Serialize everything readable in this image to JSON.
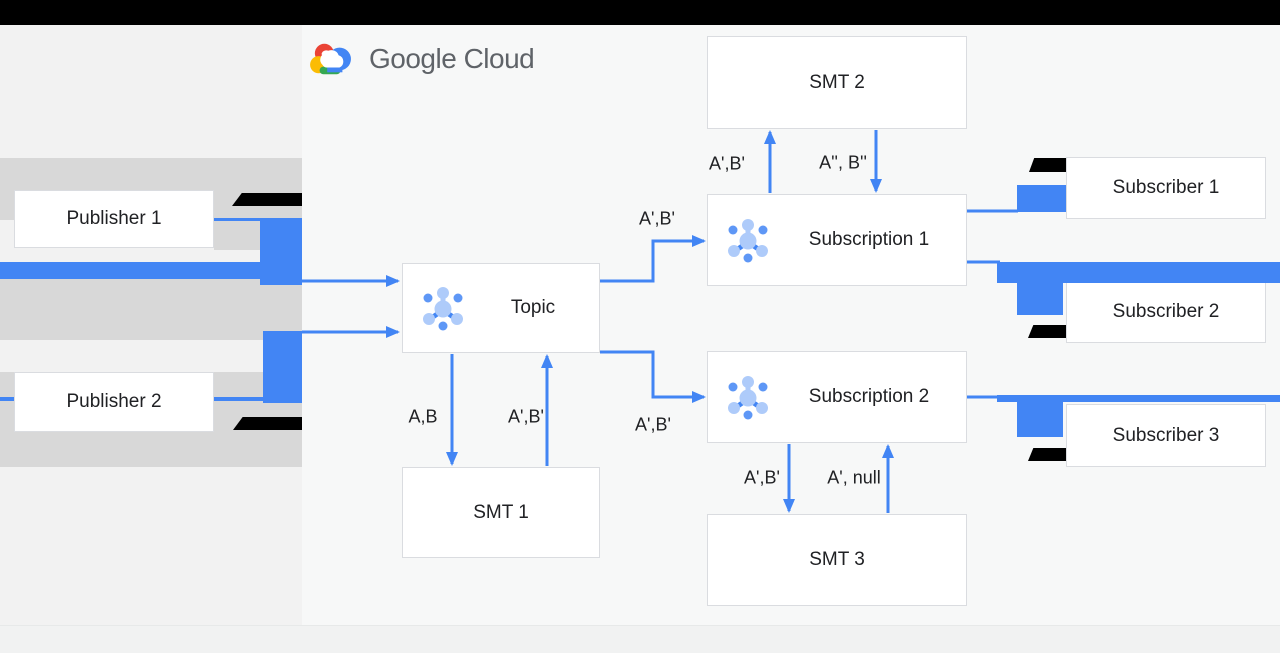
{
  "header": {
    "logo_text": "Google Cloud"
  },
  "nodes": {
    "publisher1": "Publisher 1",
    "publisher2": "Publisher 2",
    "topic": "Topic",
    "smt1": "SMT 1",
    "smt2": "SMT 2",
    "smt3": "SMT 3",
    "subscription1": "Subscription 1",
    "subscription2": "Subscription 2",
    "subscriber1": "Subscriber 1",
    "subscriber2": "Subscriber 2",
    "subscriber3": "Subscriber 3"
  },
  "edge_labels": {
    "topic_to_sub1": "A',B'",
    "sub1_to_smt2": "A',B'",
    "smt2_to_sub1": "A'', B''",
    "topic_to_smt1": "A,B",
    "smt1_to_topic": "A',B'",
    "topic_to_sub2": "A',B'",
    "sub2_to_smt3": "A',B'",
    "smt3_to_sub2": "A', null"
  },
  "colors": {
    "arrow_blue": "#4285F4",
    "gray_band": "#D8D8D8",
    "node_border": "#DADCE0",
    "text": "#202124",
    "logo_gray": "#5F6368",
    "icon_light": "#AECBFA",
    "icon_mid": "#5E97F6",
    "left_bg": "#F2F2F2",
    "main_bg": "#F7F8F8",
    "bottom_bg": "#F1F2F2",
    "bar": "#000000"
  }
}
